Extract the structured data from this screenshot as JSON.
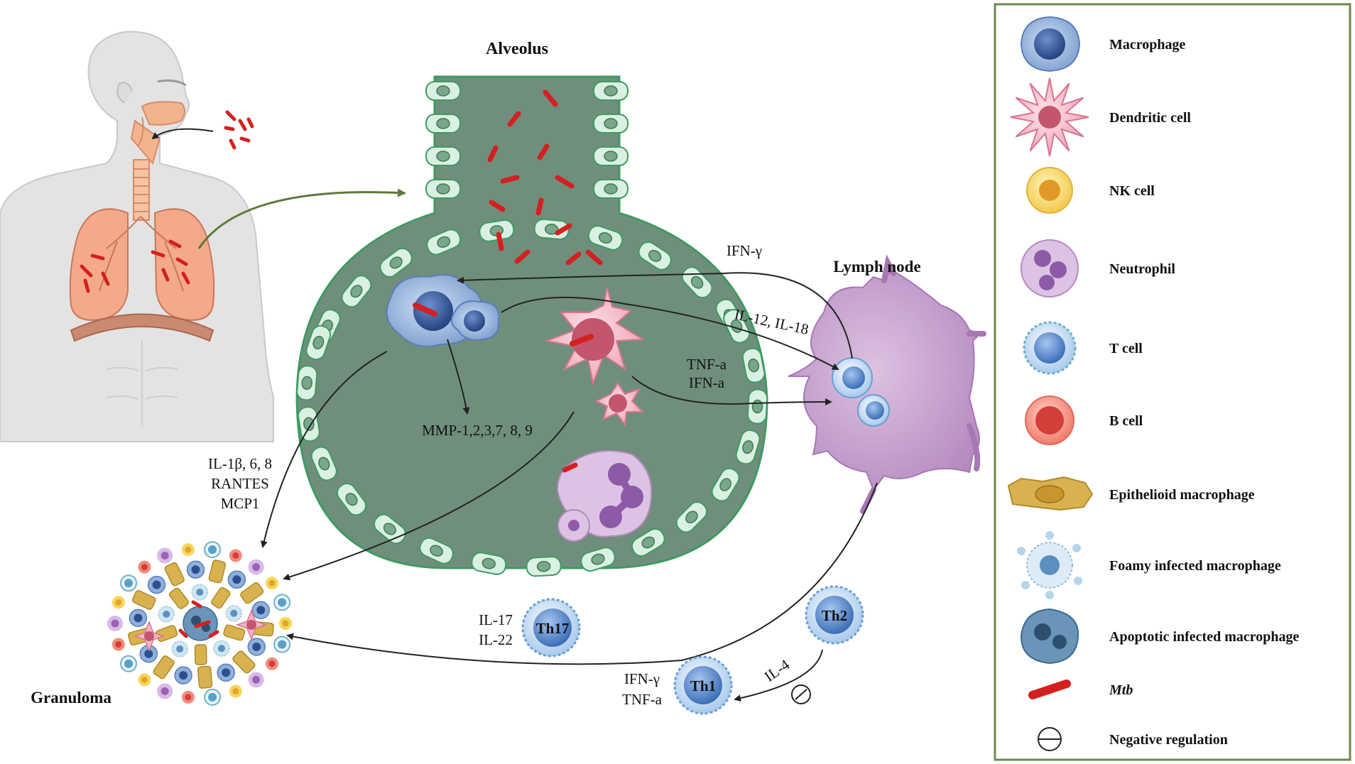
{
  "diagram": {
    "alveolus_title": "Alveolus",
    "lymph_node_title": "Lymph node",
    "granuloma_title": "Granuloma",
    "labels": {
      "ifn_gamma_top": "IFN-γ",
      "il12_il18": "IL-12, IL-18",
      "tnf_a": "TNF-a",
      "ifn_a": "IFN-a",
      "mmp": "MMP-1,2,3,7, 8, 9",
      "il1b": "IL-1β, 6, 8",
      "rantes": "RANTES",
      "mcp1": "MCP1",
      "il17": "IL-17",
      "il22": "IL-22",
      "il4": "IL-4",
      "ifn_gamma_th1": "IFN-γ",
      "tnf_a_th1": "TNF-a"
    },
    "cells": {
      "th17": "Th17",
      "th2": "Th2",
      "th1": "Th1"
    }
  },
  "legend": {
    "items": [
      {
        "label": "Macrophage",
        "icon": "macrophage-icon"
      },
      {
        "label": "Dendritic cell",
        "icon": "dendritic-cell-icon"
      },
      {
        "label": "NK cell",
        "icon": "nk-cell-icon"
      },
      {
        "label": "Neutrophil",
        "icon": "neutrophil-icon"
      },
      {
        "label": "T cell",
        "icon": "t-cell-icon"
      },
      {
        "label": "B cell",
        "icon": "b-cell-icon"
      },
      {
        "label": "Epithelioid macrophage",
        "icon": "epithelioid-macrophage-icon"
      },
      {
        "label": "Foamy infected macrophage",
        "icon": "foamy-macrophage-icon"
      },
      {
        "label": "Apoptotic infected macrophage",
        "icon": "apoptotic-macrophage-icon"
      },
      {
        "label": "Mtb",
        "icon": "mtb-bacillus-icon"
      },
      {
        "label": "Negative regulation",
        "icon": "negative-regulation-icon"
      }
    ]
  },
  "colors": {
    "alveolus_fill": "#6f8f7c",
    "epithelium": "#daf0e2",
    "epithelium_stroke": "#3f9a62",
    "mtb": "#d42020",
    "macrophage": "#8fb0da",
    "dendritic": "#f3b7c4",
    "lymph": "#c59ac8",
    "legend_border": "#6b8a4e"
  }
}
